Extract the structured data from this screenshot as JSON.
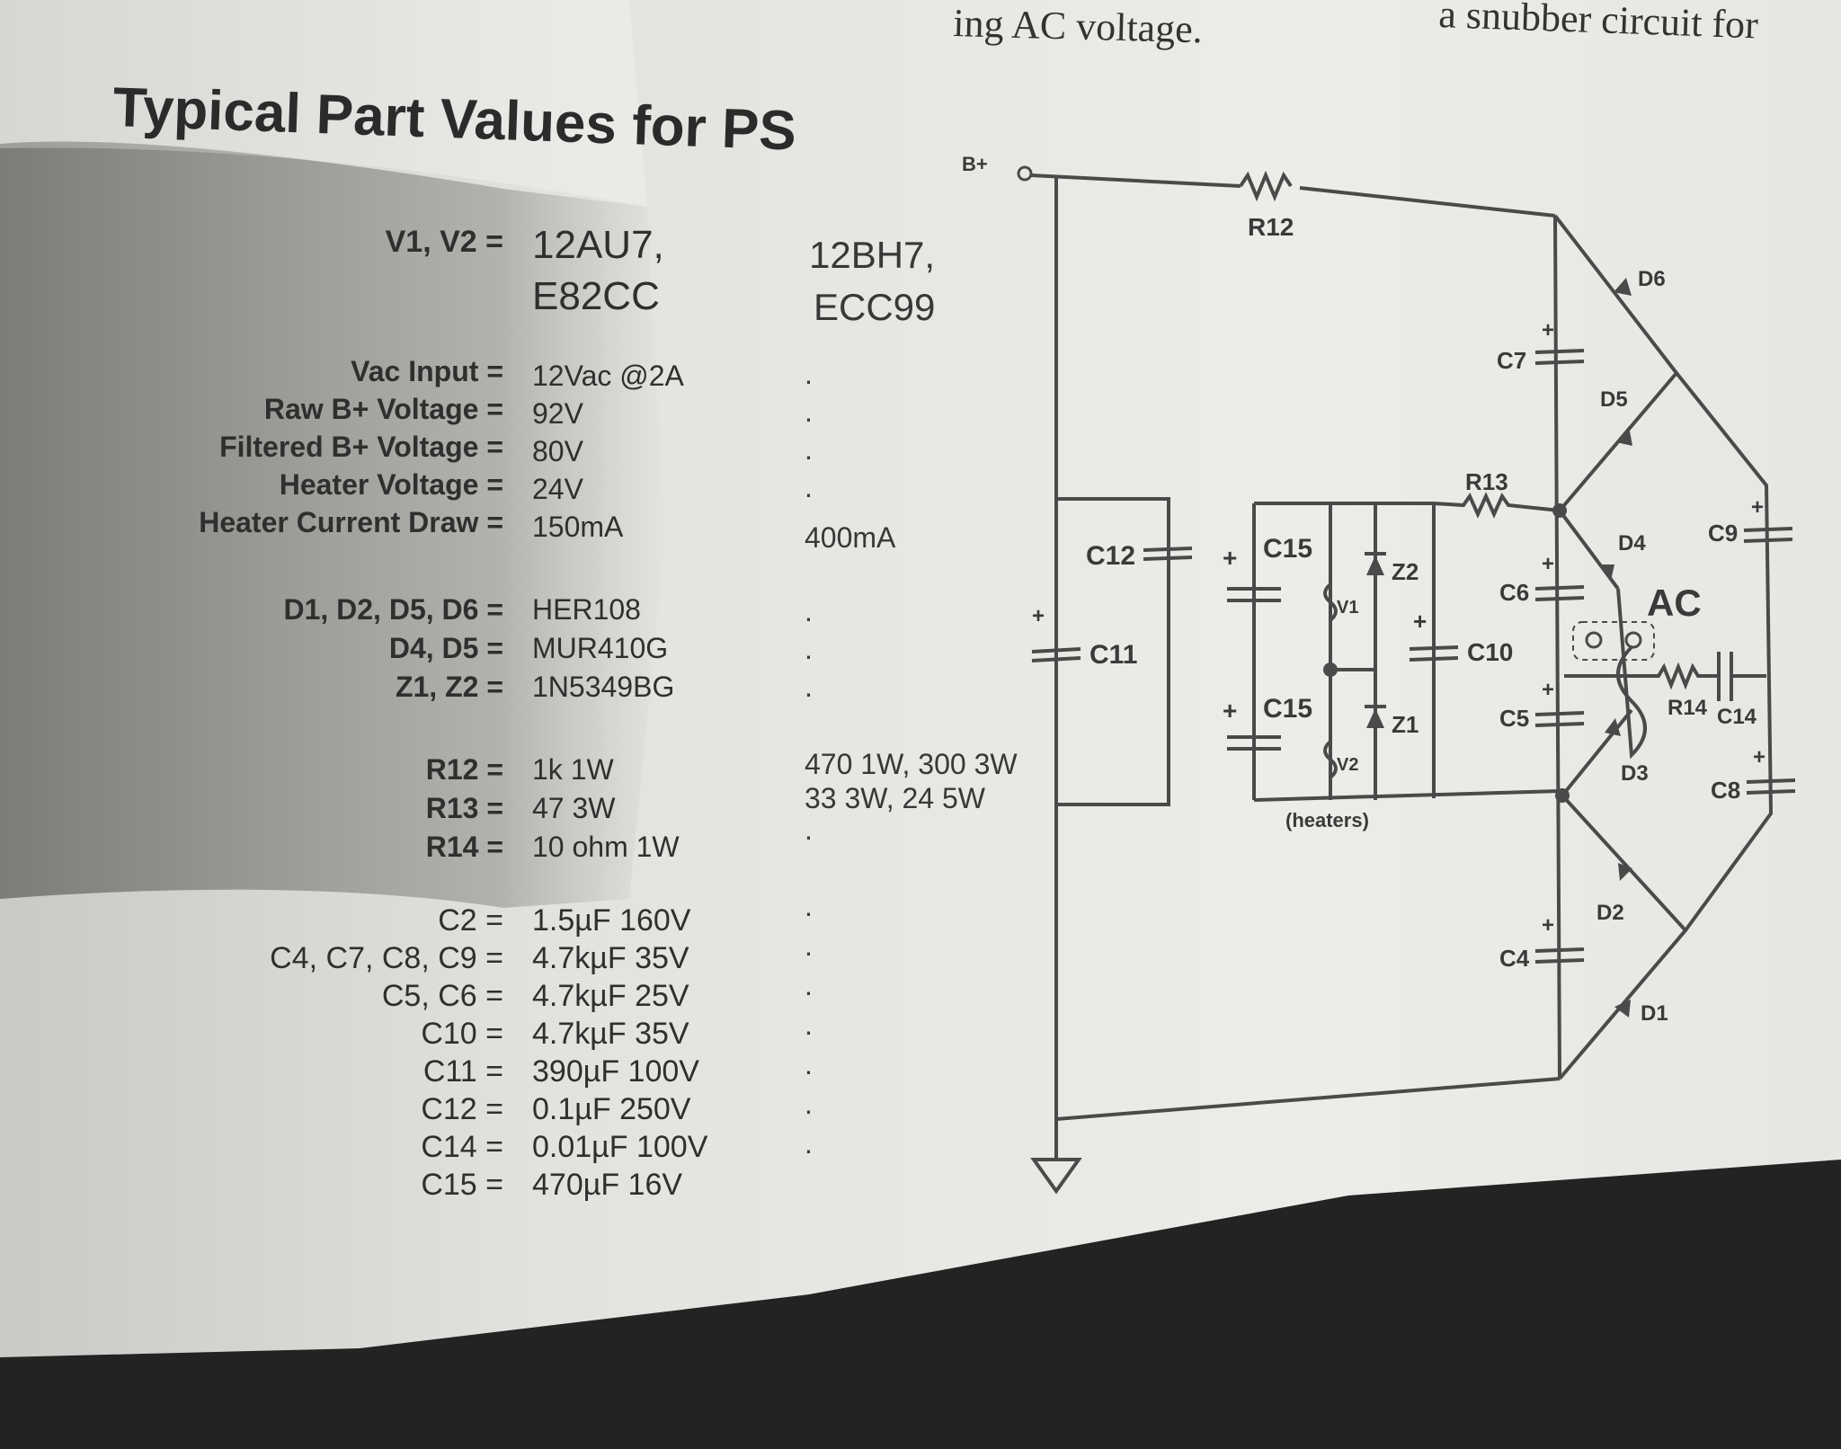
{
  "header_fragment": {
    "left": "ing AC voltage.",
    "right": "a snubber circuit for"
  },
  "title": "Typical Part Values for PS",
  "groups": [
    {
      "rows": [
        {
          "label": "V1, V2 =",
          "value": "12AU7,",
          "alt": "12BH7,"
        },
        {
          "label": "",
          "value": "E82CC",
          "alt": "ECC99"
        }
      ]
    },
    {
      "rows": [
        {
          "label": "Vac Input =",
          "value": "12Vac @2A",
          "alt": "."
        },
        {
          "label": "Raw B+ Voltage =",
          "value": "92V",
          "alt": "."
        },
        {
          "label": "Filtered B+ Voltage =",
          "value": "80V",
          "alt": "."
        },
        {
          "label": "Heater Voltage =",
          "value": "24V",
          "alt": "."
        },
        {
          "label": "Heater Current Draw =",
          "value": "150mA",
          "alt": "400mA"
        }
      ]
    },
    {
      "rows": [
        {
          "label": "D1, D2, D5, D6 =",
          "value": "HER108",
          "alt": "."
        },
        {
          "label": "D4, D5 =",
          "value": "MUR410G",
          "alt": "."
        },
        {
          "label": "Z1, Z2 =",
          "value": "1N5349BG",
          "alt": "."
        }
      ]
    },
    {
      "rows": [
        {
          "label": "R12 =",
          "value": "1k 1W",
          "alt": "470 1W, 300 3W"
        },
        {
          "label": "R13 =",
          "value": "47 3W",
          "alt": "33 3W, 24 5W"
        },
        {
          "label": "R14 =",
          "value": "10 ohm 1W",
          "alt": "."
        }
      ]
    },
    {
      "rows": [
        {
          "label": "C2 =",
          "value": "1.5µF 160V",
          "alt": "."
        },
        {
          "label": "C4, C7, C8, C9 =",
          "value": "4.7kµF 35V",
          "alt": "."
        },
        {
          "label": "C5, C6 =",
          "value": "4.7kµF 25V",
          "alt": "."
        },
        {
          "label": "C10 =",
          "value": "4.7kµF 35V",
          "alt": "."
        },
        {
          "label": "C11 =",
          "value": "390µF 100V",
          "alt": "."
        },
        {
          "label": "C12 =",
          "value": "0.1µF 250V",
          "alt": "."
        },
        {
          "label": "C14 =",
          "value": "0.01µF 100V",
          "alt": "."
        },
        {
          "label": "C15 =",
          "value": "470µF 16V",
          "alt": ""
        }
      ]
    }
  ],
  "schematic": {
    "bplus": "B+",
    "r12": "R12",
    "r13": "R13",
    "r14": "R14",
    "c4": "C4",
    "c5": "C5",
    "c6": "C6",
    "c7": "C7",
    "c8": "C8",
    "c9": "C9",
    "c10": "C10",
    "c11": "C11",
    "c12": "C12",
    "c14": "C14",
    "c15a": "C15",
    "c15b": "C15",
    "d1": "D1",
    "d2": "D2",
    "d3": "D3",
    "d4": "D4",
    "d5": "D5",
    "d6": "D6",
    "z1": "Z1",
    "z2": "Z2",
    "v1": "V1",
    "v2": "V2",
    "heaters": "(heaters)",
    "ac": "AC",
    "plus": "+"
  }
}
